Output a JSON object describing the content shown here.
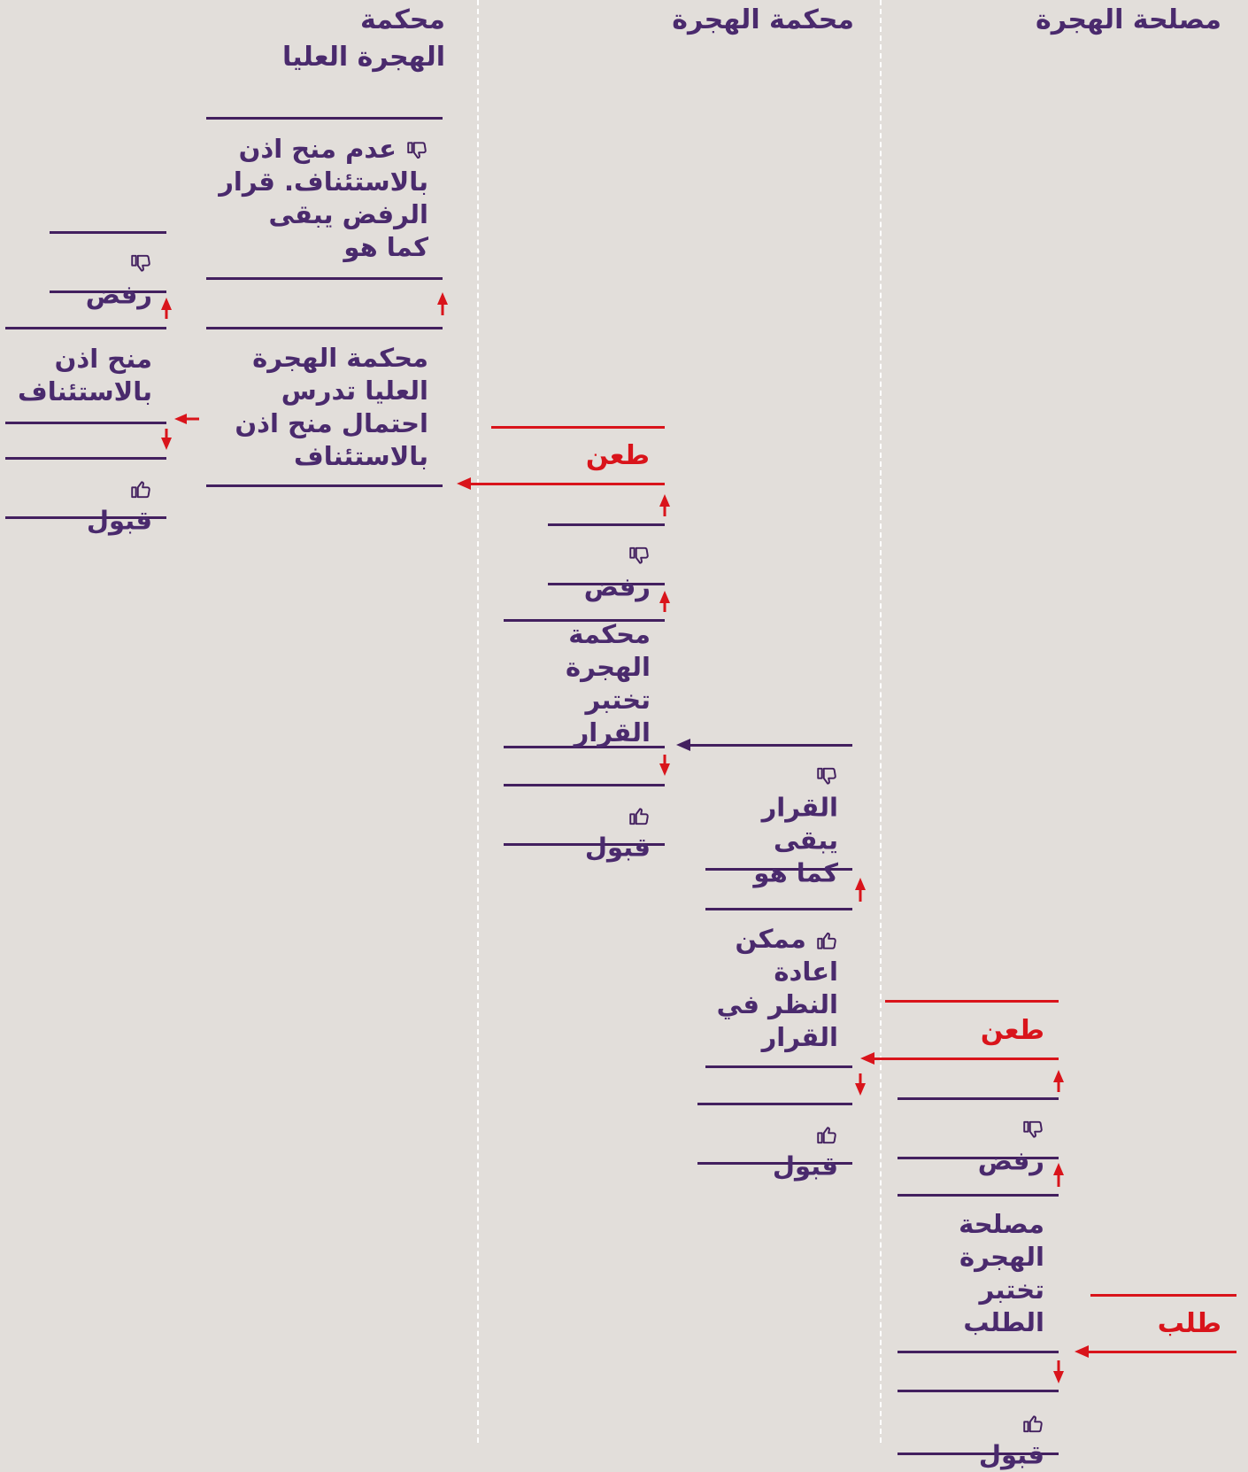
{
  "columns": {
    "agency": "مصلحة الهجرة",
    "court": "محكمة الهجرة",
    "supreme": "محكمة\nالهجرة العليا"
  },
  "boxes": {
    "agency_review": "مصلحة\nالهجرة\nتختبر\nالطلب",
    "agency_accept": "قبول",
    "agency_reject": "رفض",
    "court_possible_reconsider": "ممكن\nاعادة\nالنظر في\nالقرار",
    "court_decision_stands": "القرار\nيبقى\nكما هو",
    "court_accept": "قبول",
    "court_review": "محكمة\nالهجرة\nتختبر القرار",
    "court_reject": "رفض",
    "supreme_review": "محكمة الهجرة\nالعليا تدرس\nاحتمال منح اذن\nبالاستئناف",
    "supreme_no_leave": "عدم منح اذن\nبالاستئناف. قرار\nالرفض يبقى\nكما هو",
    "leave_granted": "منح اذن\nبالاستئناف",
    "leave_accept": "قبول",
    "leave_reject": "رفض"
  },
  "labels": {
    "request": "طلب",
    "appeal_1": "طعن",
    "appeal_2": "طعن"
  },
  "icons": {
    "accept": "thumbs-up-icon",
    "reject": "thumbs-down-icon"
  },
  "colors": {
    "background": "#e2deda",
    "primary": "#43205f",
    "accent": "#d9141b",
    "divider": "#ffffff"
  }
}
